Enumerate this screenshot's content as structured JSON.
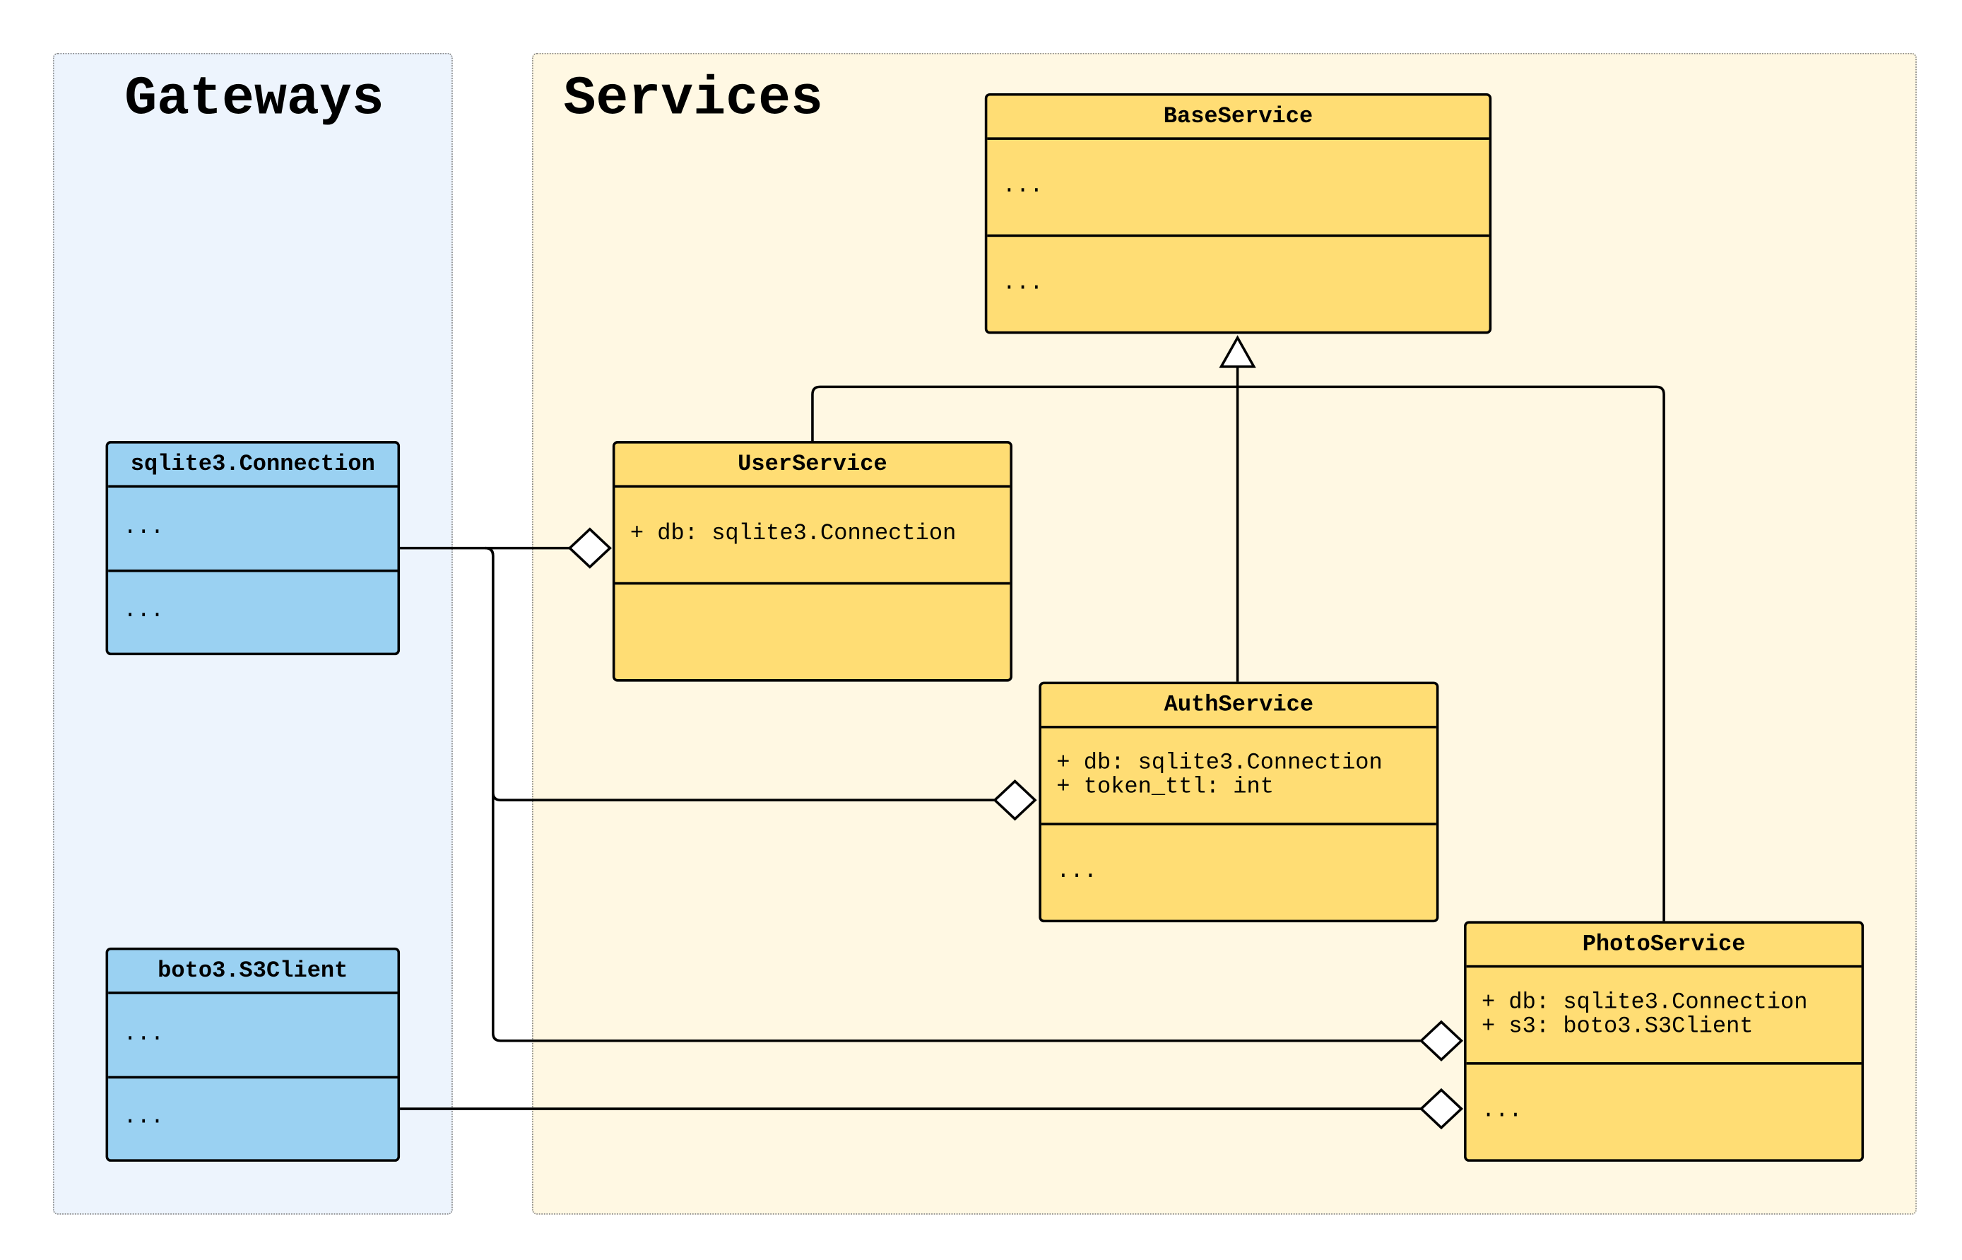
{
  "colors": {
    "gateways_package_bg": "#edf4fd",
    "services_package_bg": "#fff8e3",
    "service_class_fill": "#ffdd74",
    "gateway_class_fill": "#9ad1f2",
    "line": "#000000"
  },
  "packages": {
    "gateways": {
      "title": "Gateways"
    },
    "services": {
      "title": "Services"
    }
  },
  "classes": {
    "base_service": {
      "name": "BaseService",
      "attributes": "...",
      "methods": "..."
    },
    "user_service": {
      "name": "UserService",
      "attributes": "+ db: sqlite3.Connection",
      "methods": ""
    },
    "auth_service": {
      "name": "AuthService",
      "attributes": "+ db: sqlite3.Connection\n+ token_ttl: int",
      "methods": "..."
    },
    "photo_service": {
      "name": "PhotoService",
      "attributes": "+ db: sqlite3.Connection\n+ s3: boto3.S3Client",
      "methods": "..."
    },
    "sqlite_connection": {
      "name": "sqlite3.Connection",
      "attributes": "...",
      "methods": "..."
    },
    "s3_client": {
      "name": "boto3.S3Client",
      "attributes": "...",
      "methods": "..."
    }
  },
  "relationships": [
    {
      "type": "inheritance",
      "from": "UserService",
      "to": "BaseService"
    },
    {
      "type": "inheritance",
      "from": "AuthService",
      "to": "BaseService"
    },
    {
      "type": "inheritance",
      "from": "PhotoService",
      "to": "BaseService"
    },
    {
      "type": "aggregation",
      "whole": "UserService",
      "part": "sqlite3.Connection"
    },
    {
      "type": "aggregation",
      "whole": "AuthService",
      "part": "sqlite3.Connection"
    },
    {
      "type": "aggregation",
      "whole": "PhotoService",
      "part": "sqlite3.Connection"
    },
    {
      "type": "aggregation",
      "whole": "PhotoService",
      "part": "boto3.S3Client"
    }
  ]
}
